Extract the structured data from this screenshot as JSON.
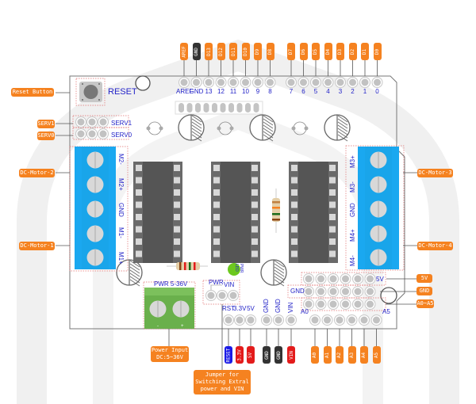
{
  "title": "Arduino Motor Shield Pinout Diagram",
  "colors": {
    "callout": "#f58220",
    "label_text": "#2323c8",
    "terminal_blue": "#1aa3ec",
    "terminal_green": "#6ab04c",
    "ic_body": "#5a5a5a",
    "led": "#6cc81e",
    "reset_tag": "#1a1ae6",
    "power_tag": "#e31b1b",
    "gnd_tag": "#333333"
  },
  "top_header": {
    "pins": [
      "AREF",
      "GND",
      "13",
      "12",
      "11",
      "10",
      "9",
      "8",
      "7",
      "6",
      "5",
      "4",
      "3",
      "2",
      "1",
      "0"
    ],
    "tags": [
      {
        "label": "AREF",
        "type": "orange"
      },
      {
        "label": "GND",
        "type": "black"
      },
      {
        "label": "D13",
        "type": "orange"
      },
      {
        "label": "D12",
        "type": "orange"
      },
      {
        "label": "D11",
        "type": "orange"
      },
      {
        "label": "D10",
        "type": "orange"
      },
      {
        "label": "D9",
        "type": "orange"
      },
      {
        "label": "D8",
        "type": "orange"
      },
      {
        "label": "D7",
        "type": "orange"
      },
      {
        "label": "D6",
        "type": "orange"
      },
      {
        "label": "D5",
        "type": "orange"
      },
      {
        "label": "D4",
        "type": "orange"
      },
      {
        "label": "D3",
        "type": "orange"
      },
      {
        "label": "D2",
        "type": "orange"
      },
      {
        "label": "D1",
        "type": "orange"
      },
      {
        "label": "D0",
        "type": "orange"
      }
    ]
  },
  "reset": {
    "label": "RESET",
    "callout": "Reset Button"
  },
  "servos": [
    {
      "label": "SERV1",
      "callout": "SERV1"
    },
    {
      "label": "SERV0",
      "callout": "SERV0"
    }
  ],
  "left_terminal": {
    "pins": [
      "M2-",
      "M2+",
      "GND",
      "M1-",
      "M1+"
    ],
    "callouts": [
      "DC-Motor-2",
      "DC-Motor-1"
    ]
  },
  "right_terminal": {
    "pins": [
      "M3+",
      "M3-",
      "GND",
      "M4+",
      "M4-"
    ],
    "callouts": [
      "DC-Motor-3",
      "DC-Motor-4"
    ]
  },
  "power_terminal": {
    "label": "PWR 5-36V",
    "minus": "-",
    "plus": "+",
    "callout_line1": "Power Input",
    "callout_line2": "DC:5~36V"
  },
  "jumper": {
    "label_pwr": "PWR",
    "label_vin": "VIN",
    "callout_line1": "Jumper for",
    "callout_line2": "Switching Extral",
    "callout_line3": "power and VIN"
  },
  "led": {
    "label_line1": "PWR",
    "label_line2": "LED"
  },
  "power_header": {
    "pins": [
      "RST",
      "3.3V",
      "5V",
      "GND",
      "GND",
      "VIN"
    ],
    "tags": [
      {
        "label": "RESET",
        "type": "blue"
      },
      {
        "label": "3.3V",
        "type": "red"
      },
      {
        "label": "5V",
        "type": "red"
      },
      {
        "label": "GND",
        "type": "black"
      },
      {
        "label": "GND",
        "type": "black"
      },
      {
        "label": "VIN",
        "type": "red"
      }
    ]
  },
  "analog_block": {
    "row_5v": "5V",
    "row_gnd": "GND",
    "a_start": "A0",
    "a_end": "A5",
    "callouts": [
      "5V",
      "GND",
      "A0~A5"
    ]
  },
  "analog_header": {
    "tags": [
      "A0",
      "A1",
      "A2",
      "A3",
      "A4",
      "A5"
    ]
  }
}
